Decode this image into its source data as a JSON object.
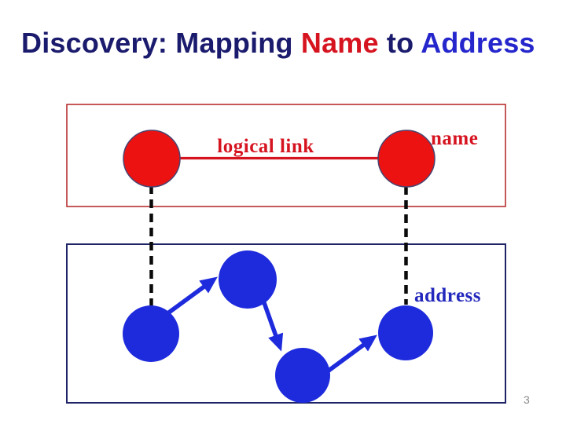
{
  "slide": {
    "title_parts": [
      {
        "text": "Discovery: Mapping ",
        "role": "navy"
      },
      {
        "text": "Name",
        "role": "red"
      },
      {
        "text": " to ",
        "role": "navy"
      },
      {
        "text": "Address",
        "role": "blue"
      }
    ],
    "page_number": "3"
  },
  "diagram": {
    "name_layer": {
      "link_label": "logical link",
      "node_label": "name",
      "node_count": 2
    },
    "address_layer": {
      "node_label": "address",
      "node_count": 4
    }
  },
  "colors": {
    "title_navy": "#1b1b6e",
    "title_red": "#d61420",
    "title_blue": "#2526cc",
    "red_fill": "#ec1212",
    "node_outline": "#4a4470",
    "link_red": "#d61420",
    "red_box_border": "#b22222",
    "blue_box_border": "#1f2466",
    "blue_fill": "#1e2bdc",
    "label_red": "#d61420",
    "label_blue": "#2328bc",
    "dash_black": "#0a0a0a",
    "page_gray": "#8a8a8a",
    "slide_bg": "#ffffff"
  }
}
